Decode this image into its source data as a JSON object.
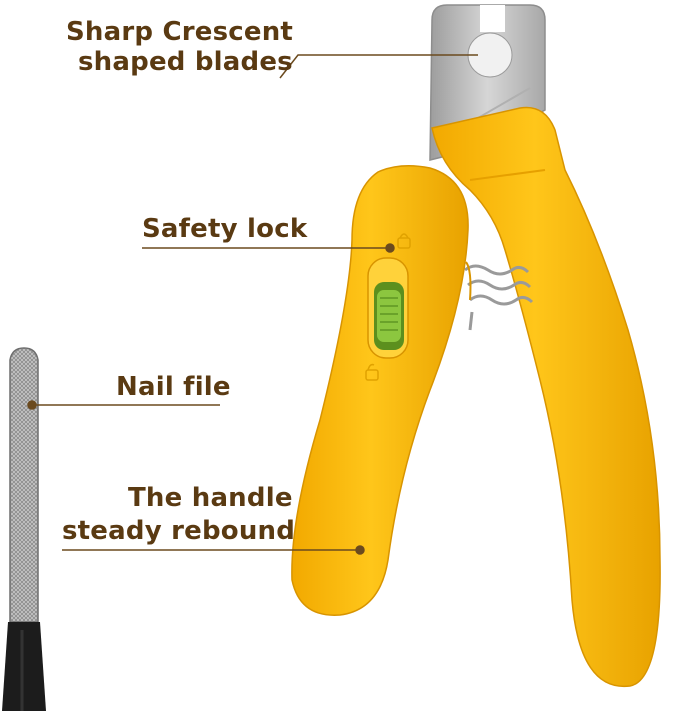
{
  "annotations": {
    "blades_line1": "Sharp Crescent",
    "blades_line2": "shaped blades",
    "safety_lock": "Safety lock",
    "nail_file": "Nail file",
    "handle_line1": "The handle",
    "handle_line2": "steady rebound"
  },
  "colors": {
    "label_text": "#5a3a12",
    "leader_line": "#6b4a1e",
    "handle_yellow": "#f5b800",
    "handle_shadow": "#d99a00",
    "blade_steel": "#c4c4c4",
    "lock_green": "#8cc63f",
    "file_metal": "#b5b5b5",
    "file_grip": "#1a1a1a"
  }
}
